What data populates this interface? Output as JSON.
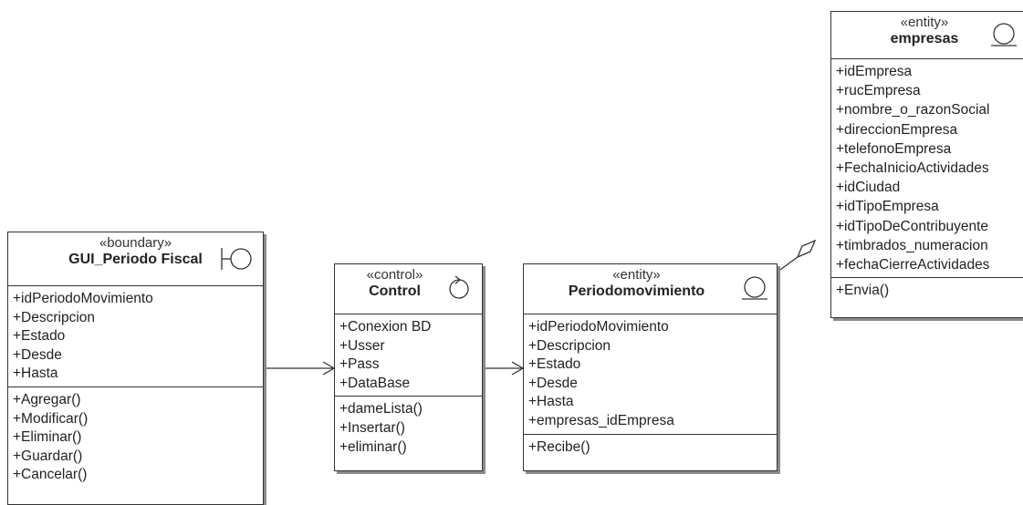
{
  "classes": {
    "gui": {
      "stereotype": "«boundary»",
      "name": "GUI_Periodo Fiscal",
      "attributes": [
        "+idPeriodoMovimiento",
        "+Descripcion",
        "+Estado",
        "+Desde",
        "+Hasta"
      ],
      "operations": [
        "+Agregar()",
        "+Modificar()",
        "+Eliminar()",
        "+Guardar()",
        "+Cancelar()"
      ]
    },
    "control": {
      "stereotype": "«control»",
      "name": "Control",
      "attributes": [
        "+Conexion BD",
        "+Usser",
        "+Pass",
        "+DataBase"
      ],
      "operations": [
        "+dameLista()",
        "+Insertar()",
        "+eliminar()"
      ]
    },
    "periodo": {
      "stereotype": "«entity»",
      "name": "Periodomovimiento",
      "attributes": [
        "+idPeriodoMovimiento",
        "+Descripcion",
        "+Estado",
        "+Desde",
        "+Hasta",
        "+empresas_idEmpresa"
      ],
      "operations": [
        "+Recibe()"
      ]
    },
    "empresas": {
      "stereotype": "«entity»",
      "name": "empresas",
      "attributes": [
        "+idEmpresa",
        "+rucEmpresa",
        "+nombre_o_razonSocial",
        "+direccionEmpresa",
        "+telefonoEmpresa",
        "+FechaInicioActividades",
        "+idCiudad",
        "+idTipoEmpresa",
        "+idTipoDeContribuyente",
        "+timbrados_numeracion",
        "+fechaCierreActividades"
      ],
      "operations": [
        "+Envia()"
      ]
    }
  },
  "relations": [
    {
      "from": "gui",
      "to": "control",
      "kind": "navigable-association"
    },
    {
      "from": "control",
      "to": "periodo",
      "kind": "navigable-association"
    },
    {
      "from": "periodo",
      "to": "empresas",
      "kind": "aggregation"
    }
  ]
}
